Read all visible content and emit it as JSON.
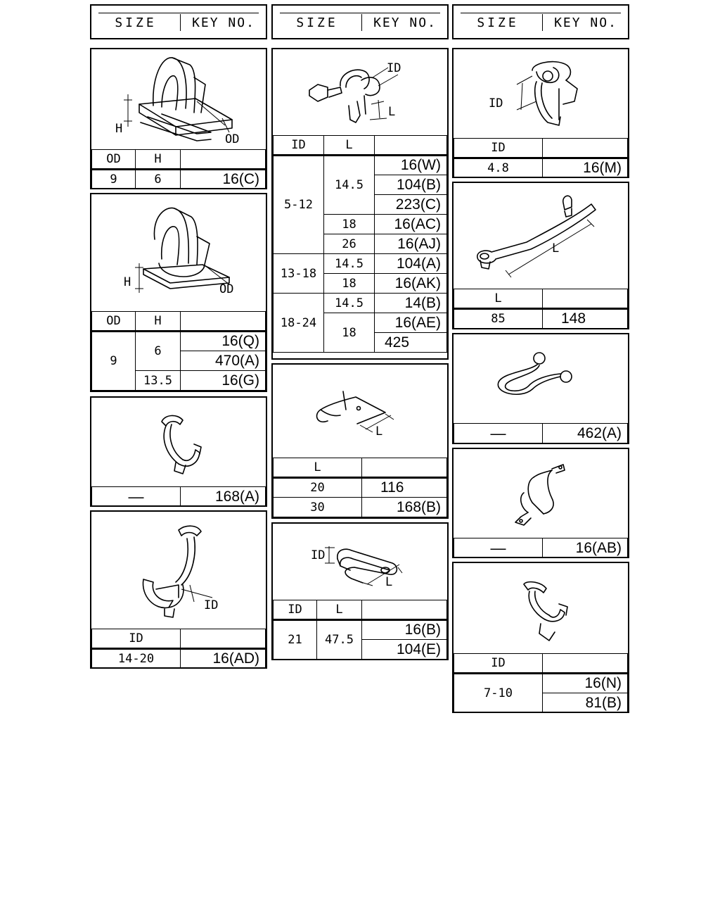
{
  "headers": [
    {
      "size": "SIZE",
      "key": "KEY NO."
    },
    {
      "size": "SIZE",
      "key": "KEY NO."
    },
    {
      "size": "SIZE",
      "key": "KEY NO."
    }
  ],
  "col1": {
    "p1": {
      "labels": {
        "h": "H",
        "od": "OD"
      },
      "head": [
        "OD",
        "H",
        ""
      ],
      "row": [
        "9",
        "6",
        "16(C)"
      ]
    },
    "p2": {
      "labels": {
        "h": "H",
        "od": "OD"
      },
      "head": [
        "OD",
        "H",
        ""
      ],
      "od": "9",
      "h1": "6",
      "k1": "16(Q)",
      "k2": "470(A)",
      "h2": "13.5",
      "k3": "16(G)"
    },
    "p3": {
      "size": "—",
      "key": "168(A)"
    },
    "p4": {
      "labels": {
        "id": "ID"
      },
      "head": [
        "ID",
        ""
      ],
      "row": [
        "14-20",
        "16(AD)"
      ]
    }
  },
  "col2": {
    "p1": {
      "labels": {
        "id": "ID",
        "l": "L"
      },
      "head": [
        "ID",
        "L",
        ""
      ],
      "g1": {
        "id": "5-12",
        "l1": "14.5",
        "k1": "16(W)",
        "k2": "104(B)",
        "k3": "223(C)",
        "l2": "18",
        "k4": "16(AC)",
        "l3": "26",
        "k5": "16(AJ)"
      },
      "g2": {
        "id": "13-18",
        "l1": "14.5",
        "k1": "104(A)",
        "l2": "18",
        "k2": "16(AK)"
      },
      "g3": {
        "id": "18-24",
        "l1": "14.5",
        "k1": "14(B)",
        "l2": "18",
        "k2": "16(AE)",
        "k3": "425"
      }
    },
    "p2": {
      "labels": {
        "l": "L"
      },
      "head": [
        "L",
        ""
      ],
      "rows": [
        [
          "20",
          "116"
        ],
        [
          "30",
          "168(B)"
        ]
      ]
    },
    "p3": {
      "labels": {
        "id": "ID",
        "l": "L"
      },
      "head": [
        "ID",
        "L",
        ""
      ],
      "id": "21",
      "l": "47.5",
      "k1": "16(B)",
      "k2": "104(E)"
    }
  },
  "col3": {
    "p1": {
      "labels": {
        "id": "ID"
      },
      "head": [
        "ID",
        ""
      ],
      "row": [
        "4.8",
        "16(M)"
      ]
    },
    "p2": {
      "labels": {
        "l": "L"
      },
      "head": [
        "L",
        ""
      ],
      "row": [
        "85",
        "148"
      ]
    },
    "p3": {
      "size": "—",
      "key": "462(A)"
    },
    "p4": {
      "size": "—",
      "key": "16(AB)"
    },
    "p5": {
      "head": [
        "ID",
        ""
      ],
      "id": "7-10",
      "k1": "16(N)",
      "k2": "81(B)"
    }
  }
}
